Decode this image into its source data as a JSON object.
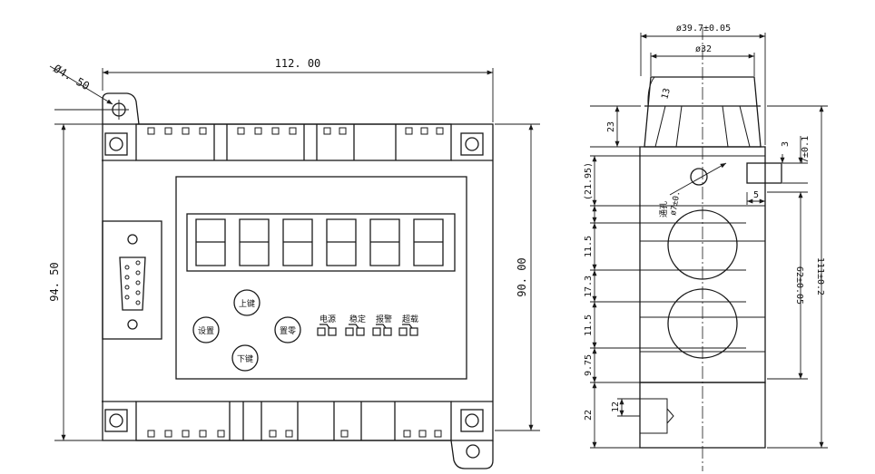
{
  "front_view": {
    "dim_width": "112. 00",
    "dim_height_outer": "94. 50",
    "dim_height_inner": "90. 00",
    "dim_hole": "Ø4. 50",
    "display_digits": 6,
    "buttons": {
      "up": "上键",
      "down": "下键",
      "set": "设置",
      "zero": "置零"
    },
    "indicators": [
      "电源",
      "稳定",
      "报警",
      "超载"
    ]
  },
  "side_view": {
    "dim_outer_dia": "ø39.7±0.05",
    "dim_inner_dia": "ø32",
    "dim_13": "13",
    "dim_23": "23",
    "dim_3": "3",
    "dim_7": "7±0.1",
    "dim_2195": "(21.95)",
    "dim_hole7": "ø7±0.",
    "dim_hole_note": "通孔",
    "dim_5": "5",
    "dim_115a": "11.5",
    "dim_173": "17.3",
    "dim_115b": "11.5",
    "dim_975": "9.75",
    "dim_62": "62±0.05",
    "dim_111": "111±0.2",
    "dim_12": "12",
    "dim_22": "22"
  },
  "colors": {
    "line": "#1a1a1a",
    "thin": "#333333",
    "background": "#ffffff"
  }
}
